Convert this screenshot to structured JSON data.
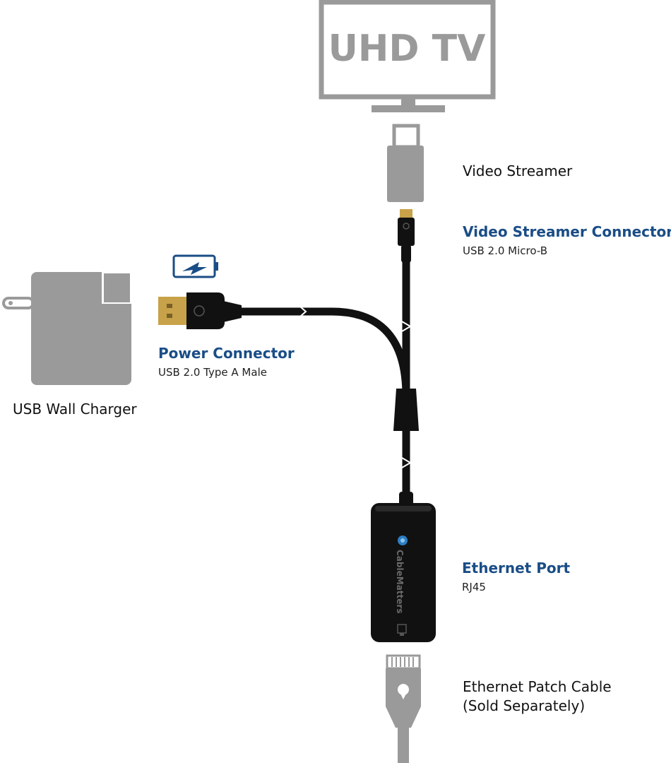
{
  "tv": {
    "label": "UHD TV"
  },
  "labels": {
    "video_streamer": "Video Streamer",
    "video_streamer_connector": "Video Streamer Connector",
    "video_streamer_connector_sub": "USB 2.0 Micro-B",
    "power_connector": "Power Connector",
    "power_connector_sub": "USB 2.0 Type A Male",
    "wall_charger": "USB Wall Charger",
    "ethernet_port": "Ethernet Port",
    "ethernet_port_sub": "RJ45",
    "patch_cable_line1": "Ethernet Patch Cable",
    "patch_cable_line2": "(Sold Separately)"
  },
  "adapter": {
    "brand": "CableMatters"
  },
  "colors": {
    "device_gray": "#9a9a9a",
    "cable_black": "#111111",
    "label_blue": "#1a4d86",
    "usb_gold": "#c8a24a"
  }
}
